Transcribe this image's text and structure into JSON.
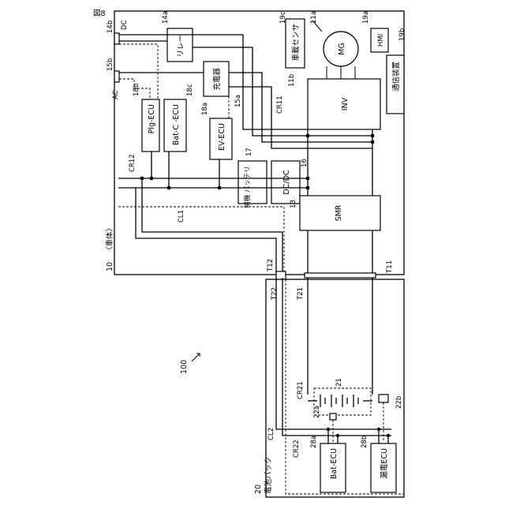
{
  "figure": {
    "title": "図8",
    "system_ref": "100"
  },
  "vehicle": {
    "ref": "10",
    "name": "〈車体〉"
  },
  "battery_pack": {
    "ref": "20",
    "name": "電池パック"
  },
  "ports": {
    "dc": {
      "ref": "14b",
      "label": "DC"
    },
    "ac": {
      "ref": "15b",
      "label": "AC"
    }
  },
  "blocks": {
    "relay": {
      "ref": "14a",
      "label": "リレー"
    },
    "charger": {
      "ref": "15a",
      "label": "充電器"
    },
    "sensor": {
      "ref": "19c",
      "label": "車載センサ"
    },
    "mg": {
      "ref": "11a",
      "label": "MG"
    },
    "hmi": {
      "ref": "19a",
      "label": "HMI"
    },
    "comm": {
      "ref": "19b",
      "label": "通信装置"
    },
    "inv": {
      "ref": "11b",
      "label": "INV"
    },
    "plg_ecu": {
      "ref": "18b",
      "label": "Plg-ECU"
    },
    "batc_ecu": {
      "ref": "18c",
      "label": "Bat-C -ECU"
    },
    "ev_ecu": {
      "ref": "18a",
      "label": "EV-ECU"
    },
    "aux_battery": {
      "ref": "17",
      "label": "補機 バッテリ"
    },
    "dcdc": {
      "ref": "16",
      "label": "DC/DC"
    },
    "smr": {
      "ref": "13",
      "label": "SMR"
    },
    "bat_ecu": {
      "ref": "28a",
      "label": "Bat-ECU"
    },
    "leak_ecu": {
      "ref": "28b",
      "label": "漏電ECU"
    }
  },
  "refs": {
    "cr11": "CR11",
    "cr12": "CR12",
    "cl1": "CL1",
    "t11": "T11",
    "t12": "T12",
    "t21": "T21",
    "t22": "T22",
    "cr21": "CR21",
    "cell_stack": "21",
    "sensor_22a": "22a",
    "sensor_22b": "22b",
    "cl2": "CL2",
    "cr22": "CR22"
  }
}
